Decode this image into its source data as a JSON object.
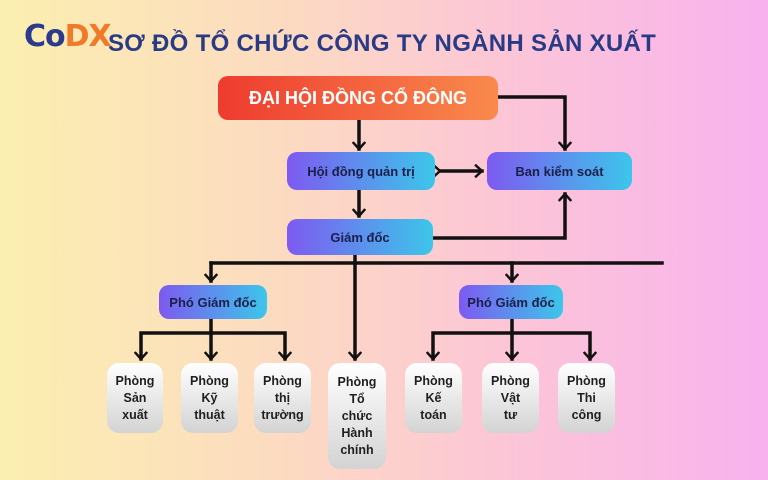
{
  "logo": {
    "part1": "Co",
    "part2": "DX"
  },
  "title": "SƠ ĐỒ TỔ CHỨC CÔNG TY NGÀNH SẢN XUẤT",
  "nodes": {
    "shareholders": "ĐẠI HỘI ĐỒNG CỔ ĐÔNG",
    "board": "Hội đồng quản trị",
    "supervisory": "Ban kiểm soát",
    "director": "Giám đốc",
    "deputy_left": "Phó Giám đốc",
    "deputy_right": "Phó Giám đốc"
  },
  "departments": {
    "production": "Phòng\nSản\nxuất",
    "technical": "Phòng\nKỹ\nthuật",
    "market": "Phòng\nthị\ntrường",
    "hr_admin": "Phòng\nTổ\nchức\nHành\nchính",
    "accounting": "Phòng\nKế\ntoán",
    "materials": "Phòng\nVật\ntư",
    "construction": "Phòng\nThi\ncông"
  },
  "colors": {
    "title": "#2a3b86",
    "top_box_start": "#ee3b2f",
    "top_box_end": "#f98a4c",
    "mid_box_start": "#7d5af0",
    "mid_box_end": "#3cc6ea",
    "connector": "#111111"
  }
}
